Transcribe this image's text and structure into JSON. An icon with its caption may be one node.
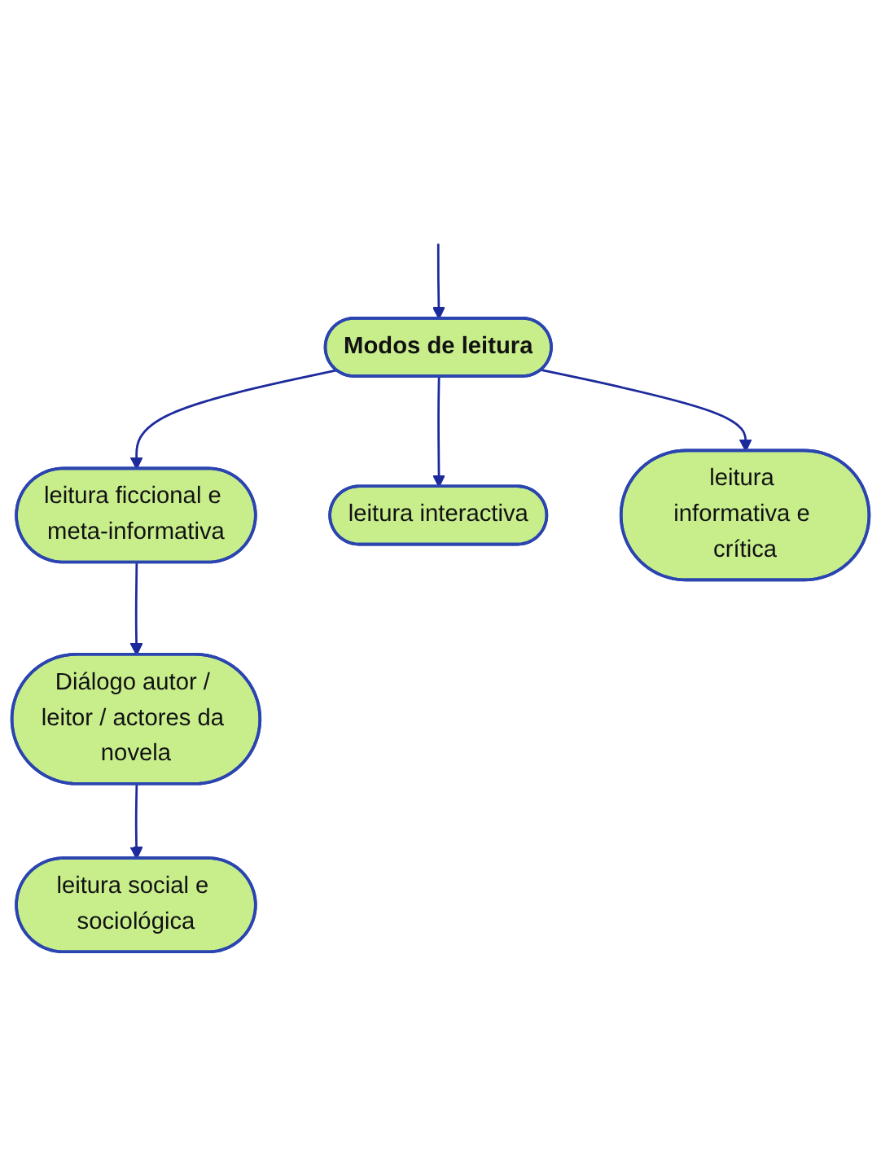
{
  "diagram": {
    "nodes": [
      {
        "text": [
          "Modos de leitura"
        ]
      },
      {
        "text": [
          "leitura ficcional e meta-informativa"
        ]
      },
      {
        "text": [
          "leitura interactiva"
        ]
      },
      {
        "text": [
          "Diálogo autor / leitor / actores da novela"
        ]
      },
      {
        "text": [
          "leitura informativa e crítica"
        ]
      },
      {
        "text": [
          "leitura social e sociológica"
        ]
      }
    ],
    "edges": [
      {
        "from": 0,
        "to": 1,
        "arrow": "to"
      },
      {
        "from": 0,
        "to": 2,
        "arrow": "to"
      },
      {
        "from": 0,
        "to": 4,
        "arrow": "to"
      },
      {
        "from": 1,
        "to": 3,
        "arrow": "to"
      },
      {
        "from": 3,
        "to": 5,
        "arrow": "to"
      },
      {
        "from": null,
        "to": 0,
        "arrow": "to"
      }
    ]
  }
}
